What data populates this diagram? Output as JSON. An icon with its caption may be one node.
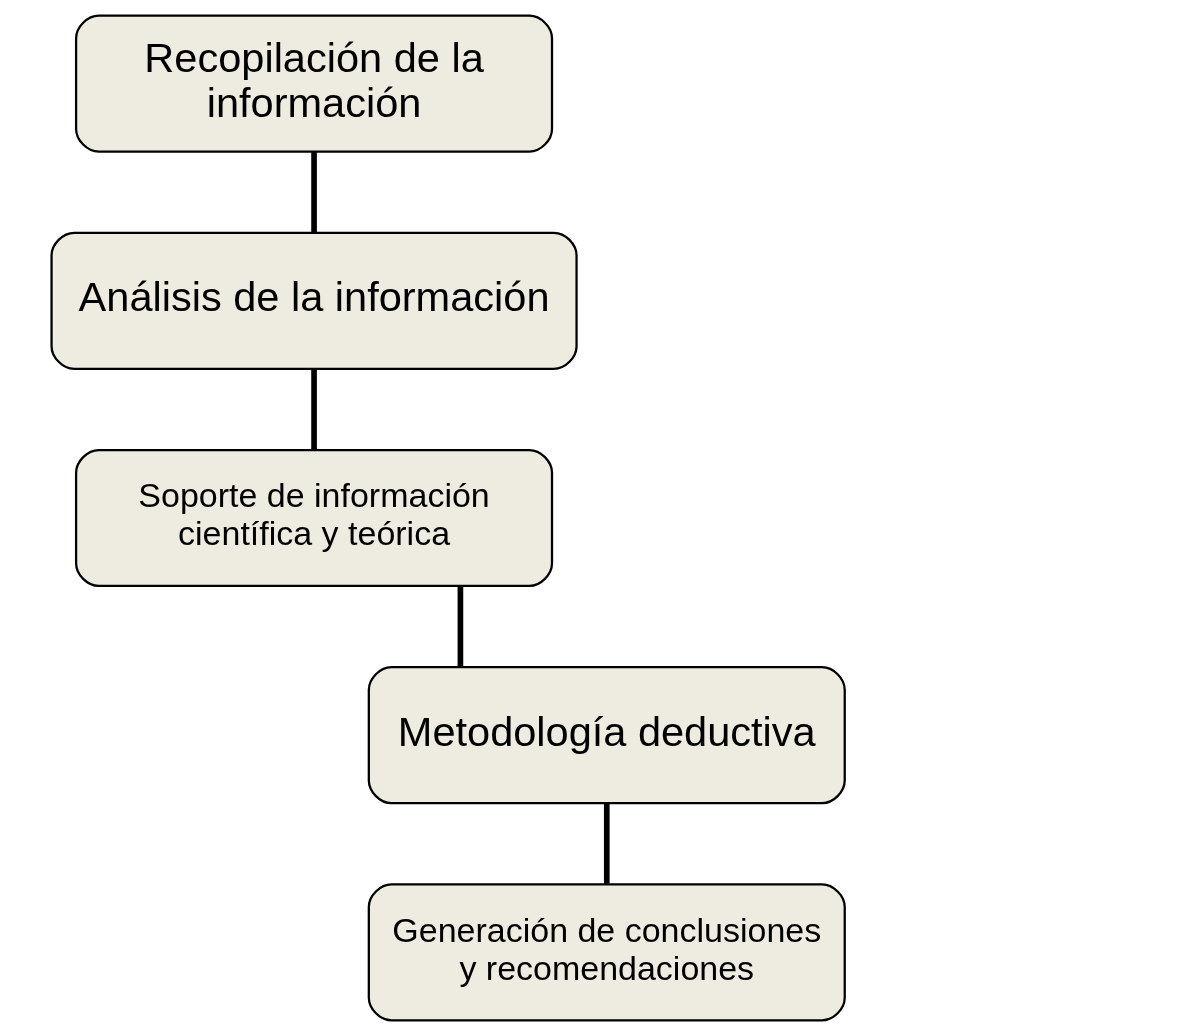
{
  "diagram": {
    "nodes": [
      {
        "text": [
          "Recopilación de la información"
        ]
      },
      {
        "text": [
          "Análisis de la información"
        ]
      },
      {
        "text": [
          "Soporte de información científica y teórica"
        ]
      },
      {
        "text": [
          "Metodología deductiva"
        ]
      },
      {
        "text": [
          "Generación de conclusiones y recomendaciones"
        ]
      }
    ],
    "edges": [
      {
        "from": 0,
        "to": 1,
        "arrow": "none"
      },
      {
        "from": 1,
        "to": 2,
        "arrow": "none"
      },
      {
        "from": 2,
        "to": 3,
        "arrow": "none"
      },
      {
        "from": 3,
        "to": 4,
        "arrow": "none"
      }
    ]
  }
}
